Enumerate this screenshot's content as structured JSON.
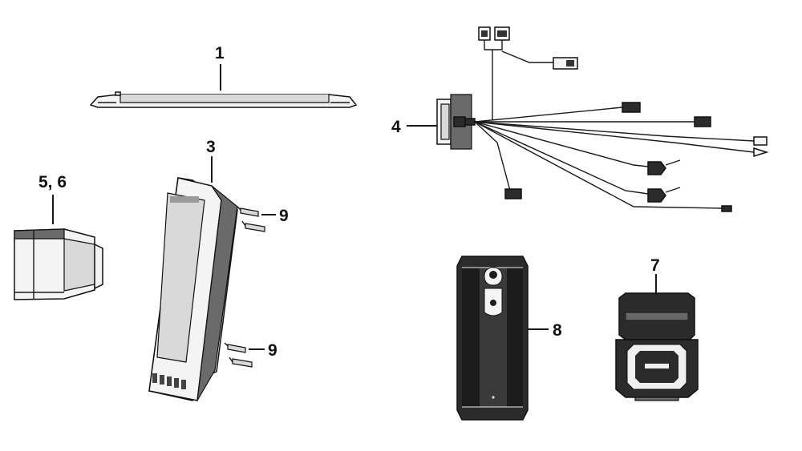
{
  "diagram": {
    "callouts": [
      {
        "id": "part-1",
        "label": "1"
      },
      {
        "id": "part-3",
        "label": "3"
      },
      {
        "id": "part-4",
        "label": "4"
      },
      {
        "id": "part-5-6",
        "label": "5, 6"
      },
      {
        "id": "part-7",
        "label": "7"
      },
      {
        "id": "part-8",
        "label": "8"
      },
      {
        "id": "part-9-upper",
        "label": "9"
      },
      {
        "id": "part-9-lower",
        "label": "9"
      }
    ]
  },
  "colors": {
    "ink": "#1a1a1a",
    "dark_fill": "#2b2b2b",
    "mid_fill": "#6a6a6a",
    "light_fill": "#d9d9d9",
    "background": "#ffffff"
  }
}
